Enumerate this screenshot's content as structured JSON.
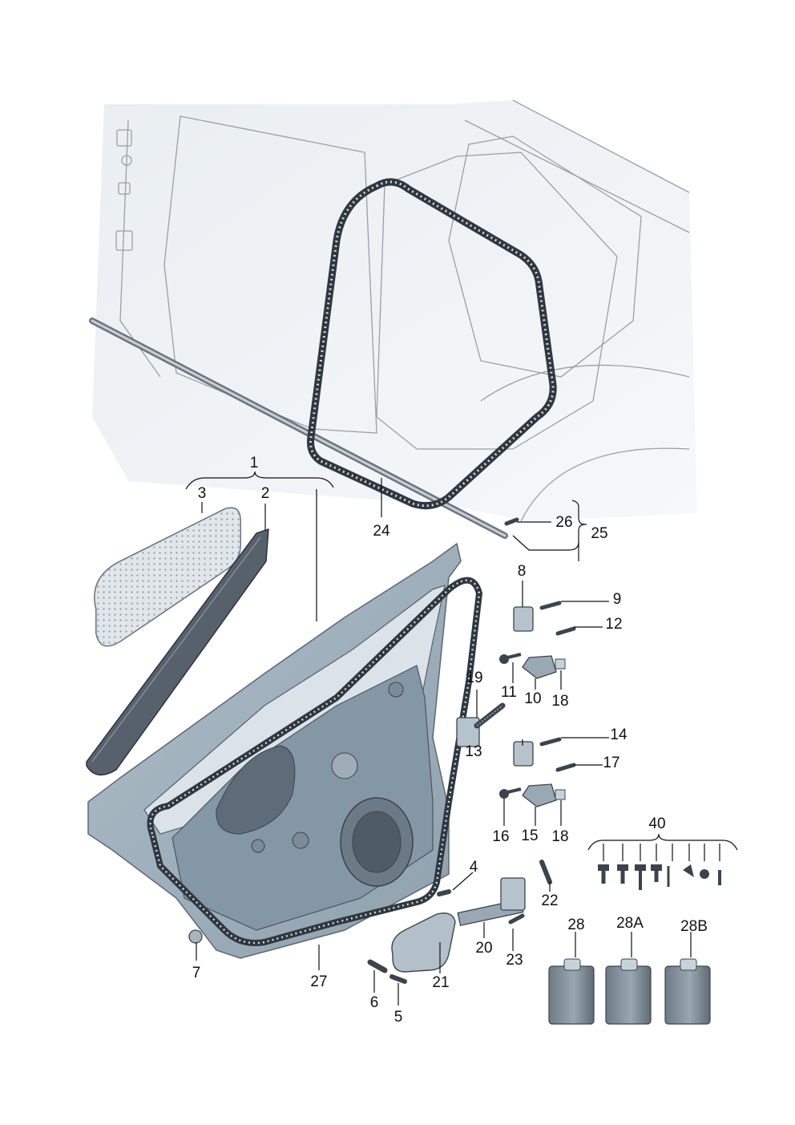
{
  "diagram": {
    "callouts": {
      "c1": "1",
      "c2": "2",
      "c3": "3",
      "c4": "4",
      "c5": "5",
      "c6": "6",
      "c7": "7",
      "c8": "8",
      "c9": "9",
      "c10": "10",
      "c11": "11",
      "c12": "12",
      "c13": "13",
      "c14": "14",
      "c15": "15",
      "c16": "16",
      "c17": "17",
      "c18a": "18",
      "c18b": "18",
      "c19": "19",
      "c20": "20",
      "c21": "21",
      "c22": "22",
      "c23": "23",
      "c24": "24",
      "c25": "25",
      "c26": "26",
      "c27": "27",
      "c28": "28",
      "c28a": "28A",
      "c28b": "28B",
      "c40": "40"
    },
    "colors": {
      "part_fill": "#cfd8df",
      "part_shade": "#a9b7c2",
      "body_fill": "#dfe6eb",
      "glass_fill": "#c9d3da",
      "dark_part": "#4b5560",
      "outline": "#9a9fa6"
    }
  }
}
